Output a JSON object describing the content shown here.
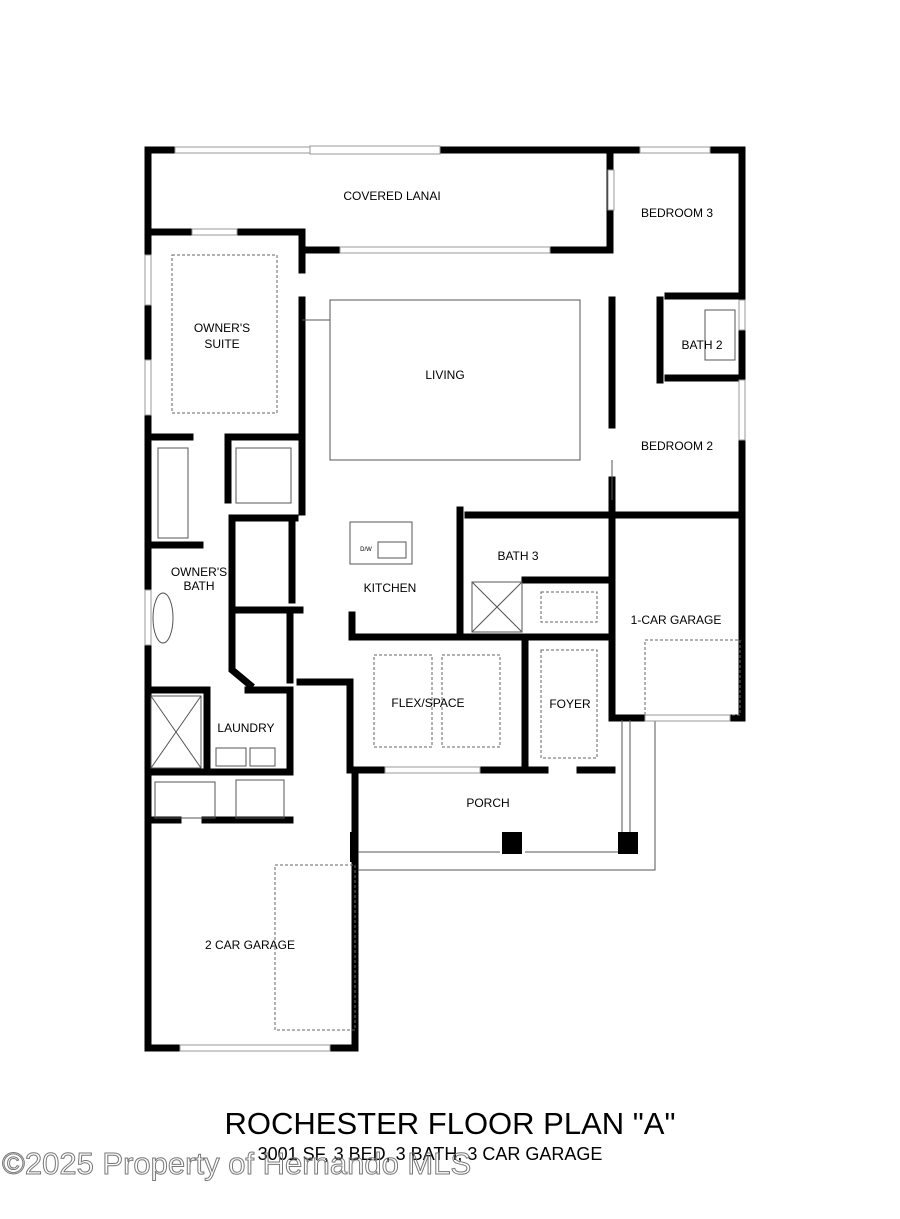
{
  "plan": {
    "title": "ROCHESTER FLOOR PLAN \"A\"",
    "subtitle": "3001 SF, 3 BED, 3 BATH, 3 CAR GARAGE",
    "watermark": "©2025 Property of Hernando MLS",
    "rooms": {
      "covered_lanai": "COVERED LANAI",
      "bedroom3": "BEDROOM 3",
      "owners_suite_1": "OWNER'S",
      "owners_suite_2": "SUITE",
      "living": "LIVING",
      "bath2": "BATH 2",
      "bedroom2": "BEDROOM 2",
      "owners_bath_1": "OWNER'S",
      "owners_bath_2": "BATH",
      "kitchen": "KITCHEN",
      "bath3": "BATH 3",
      "one_car_garage": "1-CAR GARAGE",
      "flex_space": "FLEX/SPACE",
      "foyer": "FOYER",
      "laundry": "LAUNDRY",
      "porch": "PORCH",
      "two_car_garage": "2 CAR GARAGE",
      "dishwasher": "D/W"
    }
  }
}
